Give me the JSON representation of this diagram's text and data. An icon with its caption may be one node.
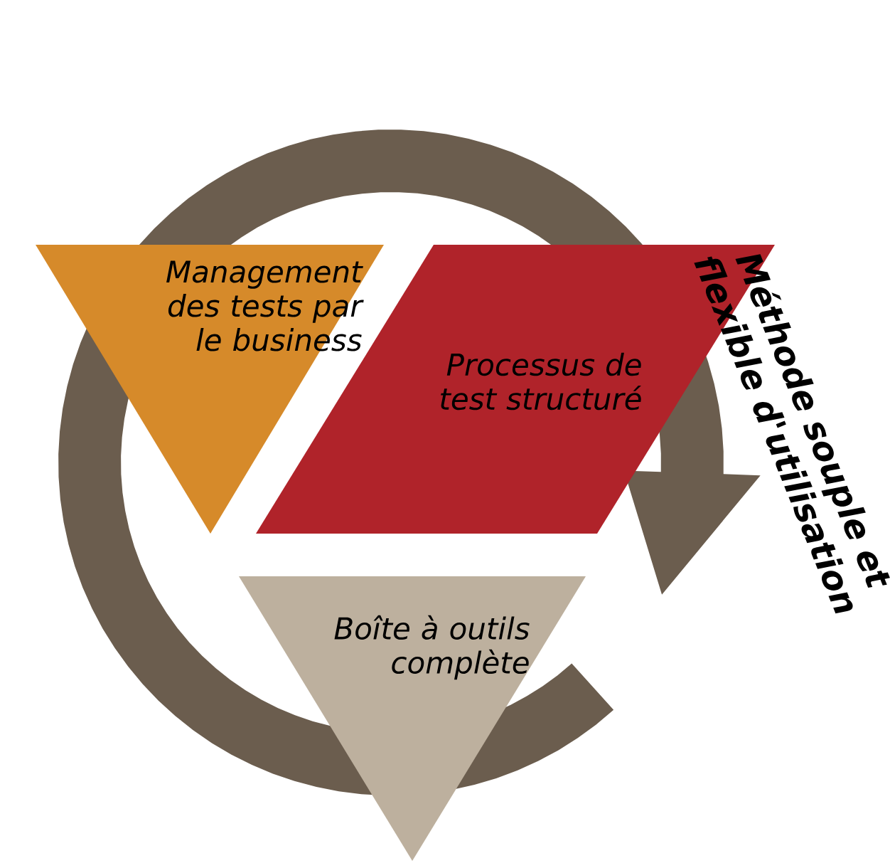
{
  "diagram": {
    "nodes": [
      {
        "text": [
          "Management des tests par le business"
        ]
      },
      {
        "text": [
          "Processus de test structuré"
        ]
      },
      {
        "text": [
          "Boîte à outils complète"
        ]
      }
    ],
    "labels": [
      "Méthode souple et flexible d'utilisation"
    ]
  }
}
